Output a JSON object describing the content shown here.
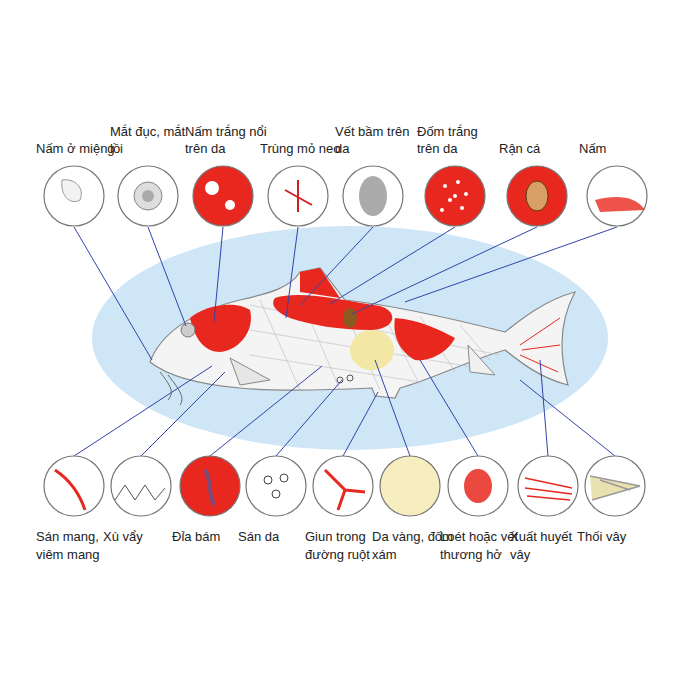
{
  "diagram": {
    "labels": [
      "Nấm ở miệng",
      "Mắt đục, mắt lồi",
      "Nấm trắng nổi trên da",
      "Trùng mỏ neo",
      "Vết bầm trên da",
      "Đốm trắng trên da",
      "Rận cá",
      "Nấm",
      "Sán mang, viêm mang",
      "Xù vẩy",
      "Đỉa bám",
      "Sán da",
      "Giun trong đường ruột",
      "Da vàng, đốm xám",
      "Loét hoặc vết thương hở",
      "Xuất huyết vây",
      "Thối vây"
    ]
  }
}
